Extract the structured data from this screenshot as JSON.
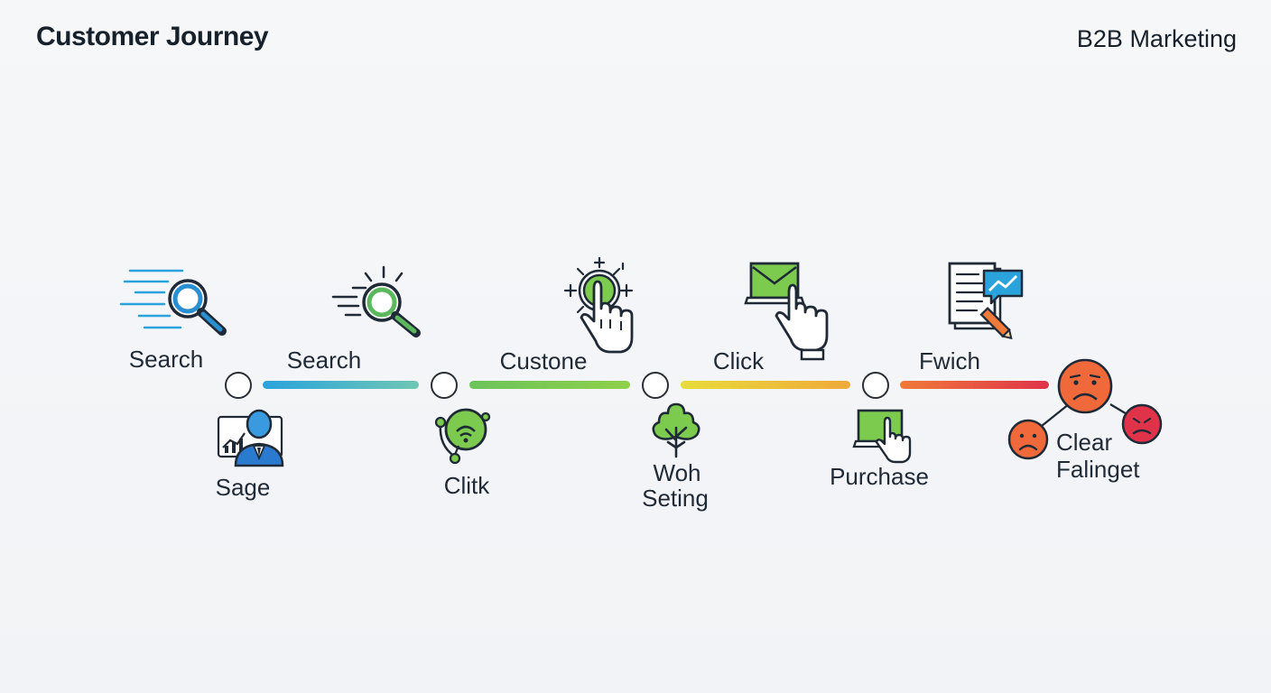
{
  "header": {
    "title": "Customer Journey",
    "subtitle": "B2B Marketing"
  },
  "top_labels": {
    "stage1": "Search",
    "stage2": "Search",
    "stage3": "Custone",
    "stage4": "Click",
    "stage5": "Fwich"
  },
  "bottom_labels": {
    "stage1": "Sage",
    "stage2": "Clitk",
    "stage3_line1": "Woh",
    "stage3_line2": "Seting",
    "stage4": "Purchase",
    "stage5_line1": "Clear",
    "stage5_line2": "Falinget"
  },
  "colors": {
    "segment1": [
      "#2aa3dc",
      "#6ec7b4"
    ],
    "segment2": [
      "#6cc35a",
      "#8fd04a"
    ],
    "segment3": [
      "#e8dc3a",
      "#f0a93a"
    ],
    "segment4": [
      "#f07a3a",
      "#e0334a"
    ]
  },
  "icons": {
    "top": [
      "magnifier-speed-icon",
      "magnifier-sparkle-icon",
      "tap-target-icon",
      "laptop-email-click-icon",
      "document-chat-chart-icon"
    ],
    "bottom": [
      "businessman-chart-icon",
      "network-globe-icon",
      "tree-icon",
      "laptop-click-icon",
      "sad-faces-icon"
    ]
  }
}
